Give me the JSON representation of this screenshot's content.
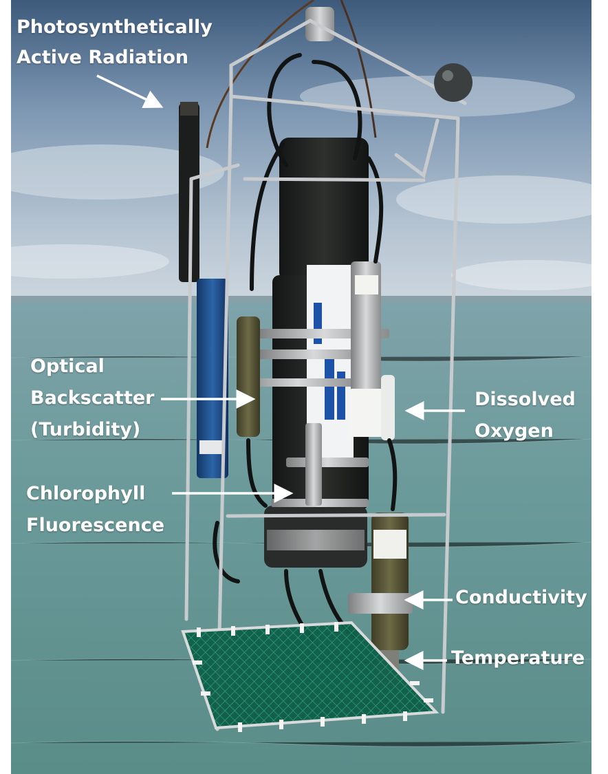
{
  "labels": {
    "par": [
      "Photosynthetically",
      "Active Radiation"
    ],
    "obs": [
      "Optical",
      "Backscatter",
      "(Turbidity)"
    ],
    "dissolved_oxygen": [
      "Dissolved",
      "Oxygen"
    ],
    "chlorophyll": [
      "Chlorophyll",
      "Fluorescence"
    ],
    "conductivity": "Conductivity",
    "temperature": "Temperature"
  },
  "colors": {
    "sky_top": "#3f5c7e",
    "sky_mid": "#9eb3c7",
    "sea": "#6b9a9a",
    "label_text": "#ffffff",
    "arrow": "#ffffff",
    "net": "#0f6f55",
    "blue_sensor": "#1d4e8c"
  }
}
